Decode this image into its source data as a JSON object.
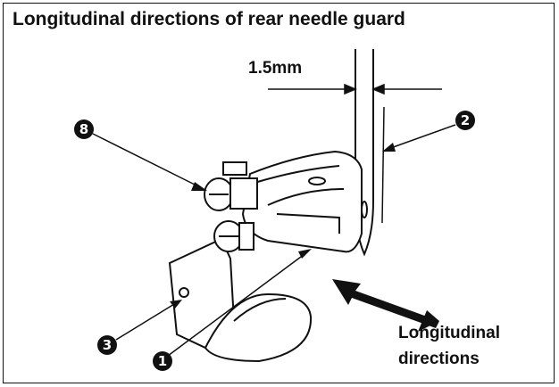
{
  "title": "Longitudinal directions of rear needle guard",
  "dimension_label": "1.5mm",
  "direction_caption": {
    "line1": "Longitudinal",
    "line2": "directions"
  },
  "callouts": [
    {
      "number": "8",
      "part": "screw"
    },
    {
      "number": "2",
      "part": "needle"
    },
    {
      "number": "3",
      "part": "hook-base-screw"
    },
    {
      "number": "1",
      "part": "rear-needle-guard"
    }
  ]
}
